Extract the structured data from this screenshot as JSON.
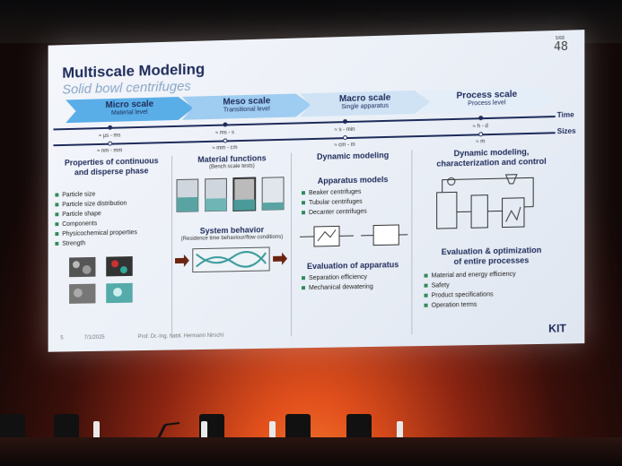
{
  "slide": {
    "title": "Multiscale Modeling",
    "subtitle": "Solid bowl centrifuges",
    "page_top": "5/68",
    "page_number": "48",
    "footer_page": "5",
    "footer_date": "7/1/2025",
    "footer_author": "Prof. Dr.-Ing. habil. Hermann Nirschl",
    "logo": "KIT"
  },
  "scales": [
    {
      "title": "Micro scale",
      "subtitle": "Material level",
      "color": "#5aaee8"
    },
    {
      "title": "Meso scale",
      "subtitle": "Transitional level",
      "color": "#9fcdf1"
    },
    {
      "title": "Macro scale",
      "subtitle": "Single apparatus",
      "color": "#cfe3f5"
    },
    {
      "title": "Process scale",
      "subtitle": "Process level",
      "color": "#e3eef8"
    }
  ],
  "axes": {
    "time_label": "Time",
    "sizes_label": "Sizes",
    "time_ticks": [
      "≈ µs - ms",
      "≈ ms - s",
      "≈ s - min",
      "≈ h - d"
    ],
    "size_ticks": [
      "≈ nm - mm",
      "≈ mm - cm",
      "≈ cm - m",
      "≈ m"
    ]
  },
  "micro": {
    "heading_1": "Properties of continuous",
    "heading_2": "and disperse phase",
    "items": [
      "Particle size",
      "Particle size distribution",
      "Particle shape",
      "Components",
      "Physicochemical properties",
      "Strength"
    ]
  },
  "meso": {
    "heading": "Material functions",
    "sub": "(Bench scale tests)",
    "heading2": "System behavior",
    "sub2": "(Residence time behaviour/flow conditions)"
  },
  "macro": {
    "heading": "Dynamic modeling",
    "models_heading": "Apparatus models",
    "models": [
      "Beaker centrifuges",
      "Tubular centrifuges",
      "Decanter centrifuges"
    ],
    "eval_heading": "Evaluation of apparatus",
    "eval_items": [
      "Separation efficiency",
      "Mechanical dewatering"
    ]
  },
  "process": {
    "heading_1": "Dynamic modeling,",
    "heading_2": "characterization and control",
    "eval_heading_1": "Evaluation & optimization",
    "eval_heading_2": "of entire processes",
    "eval_items": [
      "Material and energy efficiency",
      "Safety",
      "Product specifications",
      "Operation terms"
    ]
  }
}
